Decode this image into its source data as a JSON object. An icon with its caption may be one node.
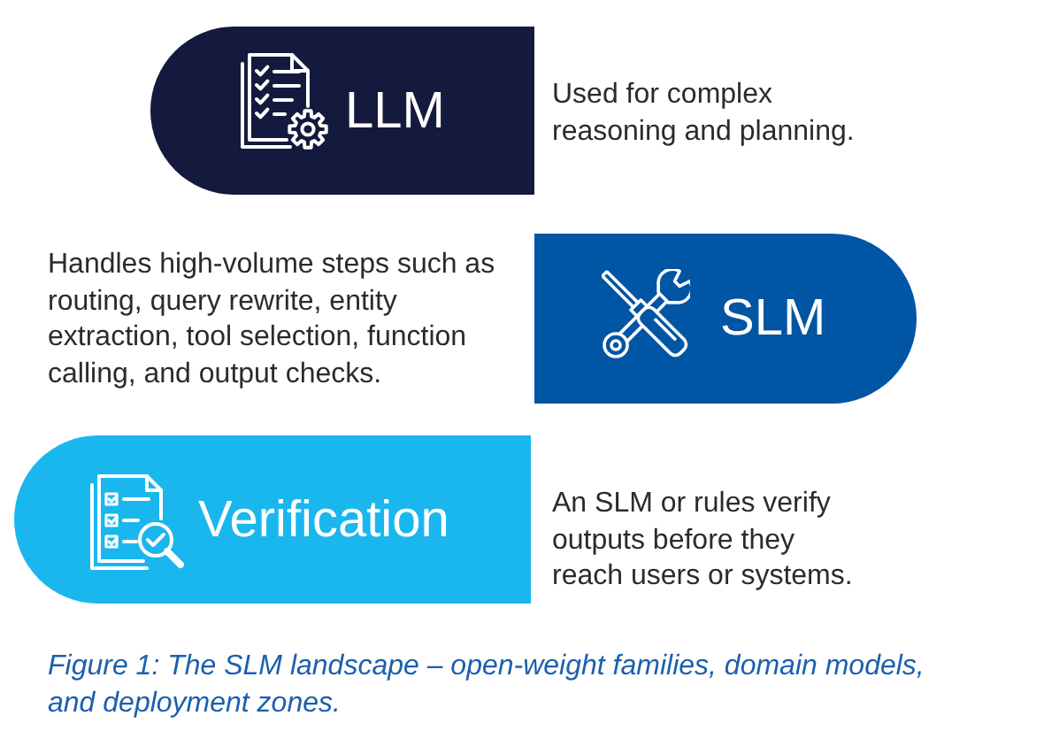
{
  "diagram": {
    "caption": "Figure 1: The SLM landscape – open-weight families, domain models, and deployment zones.",
    "nodes": [
      {
        "text": [
          "LLM"
        ],
        "beside": [
          "Used for complex reasoning and planning."
        ]
      },
      {
        "text": [
          "SLM"
        ],
        "beside": [
          "Handles high-volume steps such as routing, query rewrite, entity extraction, tool selection, function calling, and output checks."
        ]
      },
      {
        "text": [
          "Verification"
        ],
        "beside": [
          "An SLM or rules verify outputs before they reach users or systems."
        ]
      }
    ]
  }
}
